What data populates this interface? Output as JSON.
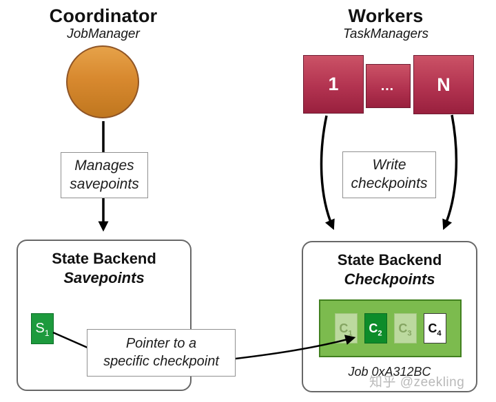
{
  "coordinator": {
    "title": "Coordinator",
    "subtitle": "JobManager",
    "action": {
      "line1": "Manages",
      "line2": "savepoints"
    }
  },
  "workers": {
    "title": "Workers",
    "subtitle": "TaskManagers",
    "nodes": {
      "first": "1",
      "middle": "…",
      "last": "N"
    },
    "action": {
      "line1": "Write",
      "line2": "checkpoints"
    }
  },
  "savepoints": {
    "title": "State Backend",
    "subtitle": "Savepoints",
    "cell": {
      "base": "S",
      "sub": "1"
    }
  },
  "checkpoints": {
    "title": "State Backend",
    "subtitle": "Checkpoints",
    "cells": [
      {
        "base": "C",
        "sub": "1",
        "state": "past"
      },
      {
        "base": "C",
        "sub": "2",
        "state": "current"
      },
      {
        "base": "C",
        "sub": "3",
        "state": "past"
      },
      {
        "base": "C",
        "sub": "4",
        "state": "latest"
      }
    ],
    "job_label": "Job 0xA312BC"
  },
  "pointer": {
    "line1": "Pointer to a",
    "line2": "specific checkpoint"
  },
  "watermark": "知乎 @zeekling",
  "colors": {
    "coordinator_orange": "#d8892f",
    "coordinator_border": "#8f5526",
    "worker_red": "#b23350",
    "worker_border": "#6e1c32",
    "savepoint_green": "#1d9a3d",
    "checkpoint_panel_green": "#7cbb4e",
    "checkpoint_current_green": "#0d8c2a",
    "checkpoint_past_green": "#bcd99f",
    "box_border_gray": "#676767",
    "watermark_gray": "#b9b9b9",
    "arrow_black": "#000000"
  }
}
